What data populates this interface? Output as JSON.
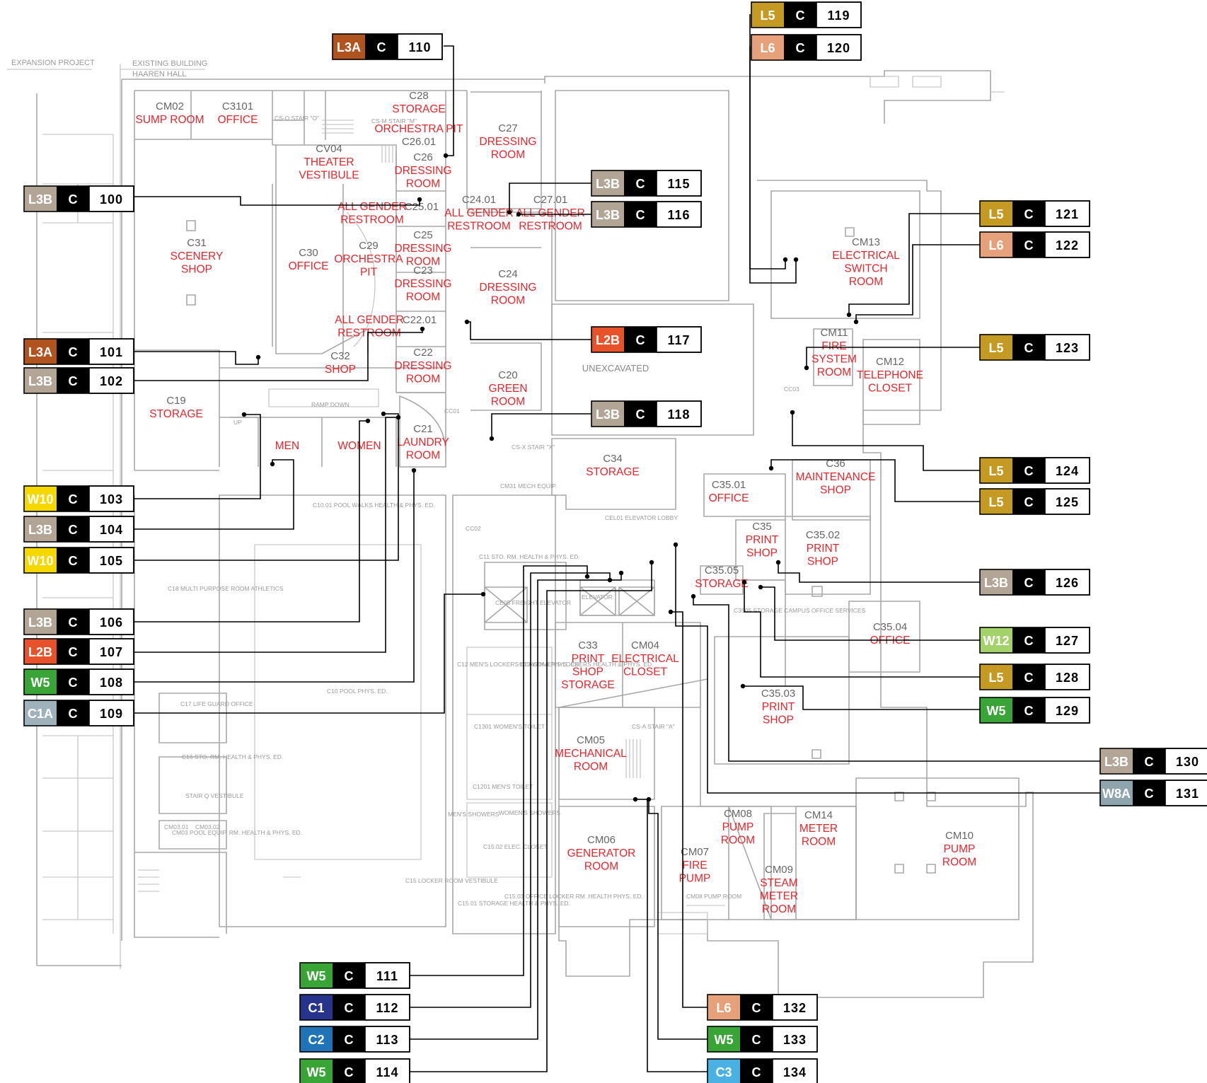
{
  "header": {
    "left_label": "EXPANSION PROJECT",
    "right_label_line1": "EXISTING BUILDING",
    "right_label_line2": "HAAREN HALL"
  },
  "rooms": [
    {
      "id": "CM02",
      "name": [
        "SUMP ROOM"
      ]
    },
    {
      "id": "C3101",
      "name": [
        "OFFICE"
      ]
    },
    {
      "id": "C28",
      "name": [
        "STORAGE"
      ]
    },
    {
      "id": "",
      "name": [
        "ORCHESTRA PIT"
      ]
    },
    {
      "id": "C26.01",
      "name": []
    },
    {
      "id": "CV04",
      "name": [
        "THEATER",
        "VESTIBULE"
      ]
    },
    {
      "id": "C26",
      "name": [
        "DRESSING",
        "ROOM"
      ]
    },
    {
      "id": "C27",
      "name": [
        "DRESSING",
        "ROOM"
      ]
    },
    {
      "id": "C25.01",
      "name": []
    },
    {
      "id": "",
      "name": [
        "ALL GENDER",
        "RESTROOM"
      ]
    },
    {
      "id": "C24.01",
      "name": [
        "ALL GENDER",
        "RESTROOM"
      ]
    },
    {
      "id": "C27.01",
      "name": [
        "ALL GENDER",
        "RESTROOM"
      ]
    },
    {
      "id": "C31",
      "name": [
        "SCENERY",
        "SHOP"
      ]
    },
    {
      "id": "C30",
      "name": [
        "OFFICE"
      ]
    },
    {
      "id": "C29",
      "name": [
        "ORCHESTRA",
        "PIT"
      ]
    },
    {
      "id": "C25",
      "name": [
        "DRESSING",
        "ROOM"
      ]
    },
    {
      "id": "C23",
      "name": [
        "DRESSING",
        "ROOM"
      ]
    },
    {
      "id": "C24",
      "name": [
        "DRESSING",
        "ROOM"
      ]
    },
    {
      "id": "C22.01",
      "name": []
    },
    {
      "id": "",
      "name": [
        "ALL GENDER",
        "RESTROOM"
      ]
    },
    {
      "id": "C32",
      "name": [
        "SHOP"
      ]
    },
    {
      "id": "C22",
      "name": [
        "DRESSING",
        "ROOM"
      ]
    },
    {
      "id": "C20",
      "name": [
        "GREEN",
        "ROOM"
      ]
    },
    {
      "id": "C19",
      "name": [
        "STORAGE"
      ]
    },
    {
      "id": "C21",
      "name": [
        "LAUNDRY",
        "ROOM"
      ]
    },
    {
      "id": "",
      "name": [
        "MEN"
      ]
    },
    {
      "id": "",
      "name": [
        "WOMEN"
      ]
    },
    {
      "id": "C34",
      "name": [
        "STORAGE"
      ]
    },
    {
      "id": "CM13",
      "name": [
        "ELECTRICAL",
        "SWITCH",
        "ROOM"
      ]
    },
    {
      "id": "CM11",
      "name": [
        "FIRE",
        "SYSTEM",
        "ROOM"
      ]
    },
    {
      "id": "CM12",
      "name": [
        "TELEPHONE",
        "CLOSET"
      ]
    },
    {
      "id": "C36",
      "name": [
        "MAINTENANCE",
        "SHOP"
      ]
    },
    {
      "id": "C35.01",
      "name": [
        "OFFICE"
      ]
    },
    {
      "id": "C35",
      "name": [
        "PRINT",
        "SHOP"
      ]
    },
    {
      "id": "C35.02",
      "name": [
        "PRINT",
        "SHOP"
      ]
    },
    {
      "id": "C35.05",
      "name": [
        "STORAGE"
      ]
    },
    {
      "id": "C35.04",
      "name": [
        "OFFICE"
      ]
    },
    {
      "id": "C35.03",
      "name": [
        "PRINT",
        "SHOP"
      ]
    },
    {
      "id": "C33",
      "name": [
        "PRINT",
        "SHOP",
        "STORAGE"
      ]
    },
    {
      "id": "CM04",
      "name": [
        "ELECTRICAL",
        "CLOSET"
      ]
    },
    {
      "id": "CM05",
      "name": [
        "MECHANICAL",
        "ROOM"
      ]
    },
    {
      "id": "CM06",
      "name": [
        "GENERATOR",
        "ROOM"
      ]
    },
    {
      "id": "CM07",
      "name": [
        "FIRE",
        "PUMP"
      ]
    },
    {
      "id": "CM08",
      "name": [
        "PUMP",
        "ROOM"
      ]
    },
    {
      "id": "CM09",
      "name": [
        "STEAM",
        "METER",
        "ROOM"
      ]
    },
    {
      "id": "CM14",
      "name": [
        "METER",
        "ROOM"
      ]
    },
    {
      "id": "CM10",
      "name": [
        "PUMP",
        "ROOM"
      ]
    }
  ],
  "plan_notes": [
    "UNEXCAVATED",
    "CC01",
    "CC02",
    "CC03",
    "RAMP DOWN",
    "UP",
    "CS-O STAIR \"O\"",
    "CS-M STAIR \"M\"",
    "CS-X STAIR \"X\"",
    "CS-A STAIR \"A\"",
    "CM31 MECH EQUIP.",
    "CEL01 ELEVATOR LOBBY",
    "C10.01 POOL WALKS HEALTH & PHYS. ED.",
    "C18 MULTI PURPOSE ROOM ATHLETICS",
    "C10 POOL PHYS. ED.",
    "C17 LIFE GUARD OFFICE",
    "C16 STO. RM. HEALTH & PHYS. ED.",
    "STAIR Q VESTIBULE",
    "CM03 POOL EQUIP. RM. HEALTH & PHYS. ED.",
    "CM03.01",
    "CM03.02",
    "C12 MEN'S LOCKERS HEALTH & PHYS. ED.",
    "C13 WOMEN'S LOCKERS HEALTH & PHYS. ED.",
    "C1301 WOMEN'S TOILET",
    "C1201 MEN'S TOILET",
    "MEN'S SHOWERS",
    "WOMEN'S SHOWERS",
    "C15.02 ELEC. CLOSET",
    "C15 LOCKER ROOM VESTIBULE",
    "C15.01 STORAGE HEALTH & PHYS. ED.",
    "C15.03 OFFICE LOCKER RM. HEALTH PHYS. ED.",
    "C11 STO. RM. HEALTH & PHYS. ED.",
    "CE05 FREIGHT ELEVATOR",
    "ELEVATOR",
    "C3505 STORAGE CAMPUS OFFICE SERVICES",
    "CM08 PUMP ROOM"
  ],
  "tags": [
    {
      "code": "L3A",
      "c": "C",
      "num": "110",
      "color": "#b0531f"
    },
    {
      "code": "L5",
      "c": "C",
      "num": "119",
      "color": "#c49a22"
    },
    {
      "code": "L6",
      "c": "C",
      "num": "120",
      "color": "#e6a07a"
    },
    {
      "code": "L3B",
      "c": "C",
      "num": "100",
      "color": "#b3a596"
    },
    {
      "code": "L3B",
      "c": "C",
      "num": "115",
      "color": "#b3a596"
    },
    {
      "code": "L3B",
      "c": "C",
      "num": "116",
      "color": "#b3a596"
    },
    {
      "code": "L5",
      "c": "C",
      "num": "121",
      "color": "#c49a22"
    },
    {
      "code": "L6",
      "c": "C",
      "num": "122",
      "color": "#e6a07a"
    },
    {
      "code": "L3A",
      "c": "C",
      "num": "101",
      "color": "#b0531f"
    },
    {
      "code": "L2B",
      "c": "C",
      "num": "117",
      "color": "#e8522a"
    },
    {
      "code": "L5",
      "c": "C",
      "num": "123",
      "color": "#c49a22"
    },
    {
      "code": "L3B",
      "c": "C",
      "num": "102",
      "color": "#b3a596"
    },
    {
      "code": "L3B",
      "c": "C",
      "num": "118",
      "color": "#b3a596"
    },
    {
      "code": "L5",
      "c": "C",
      "num": "124",
      "color": "#c49a22"
    },
    {
      "code": "W10",
      "c": "C",
      "num": "103",
      "color": "#f5d800"
    },
    {
      "code": "L5",
      "c": "C",
      "num": "125",
      "color": "#c49a22"
    },
    {
      "code": "L3B",
      "c": "C",
      "num": "104",
      "color": "#b3a596"
    },
    {
      "code": "W10",
      "c": "C",
      "num": "105",
      "color": "#f5d800"
    },
    {
      "code": "L3B",
      "c": "C",
      "num": "126",
      "color": "#b3a596"
    },
    {
      "code": "L3B",
      "c": "C",
      "num": "106",
      "color": "#b3a596"
    },
    {
      "code": "W12",
      "c": "C",
      "num": "127",
      "color": "#a3d16a"
    },
    {
      "code": "L2B",
      "c": "C",
      "num": "107",
      "color": "#e8522a"
    },
    {
      "code": "L5",
      "c": "C",
      "num": "128",
      "color": "#c49a22"
    },
    {
      "code": "W5",
      "c": "C",
      "num": "108",
      "color": "#3aa537"
    },
    {
      "code": "W5",
      "c": "C",
      "num": "129",
      "color": "#3aa537"
    },
    {
      "code": "C1A",
      "c": "C",
      "num": "109",
      "color": "#9fb2bb"
    },
    {
      "code": "L3B",
      "c": "C",
      "num": "130",
      "color": "#b3a596"
    },
    {
      "code": "W8A",
      "c": "C",
      "num": "131",
      "color": "#8ea5ad"
    },
    {
      "code": "W5",
      "c": "C",
      "num": "111",
      "color": "#3aa537"
    },
    {
      "code": "C1",
      "c": "C",
      "num": "112",
      "color": "#27348b"
    },
    {
      "code": "C2",
      "c": "C",
      "num": "113",
      "color": "#1f74b8"
    },
    {
      "code": "W5",
      "c": "C",
      "num": "114",
      "color": "#3aa537"
    },
    {
      "code": "L6",
      "c": "C",
      "num": "132",
      "color": "#e6a07a"
    },
    {
      "code": "W5",
      "c": "C",
      "num": "133",
      "color": "#3aa537"
    },
    {
      "code": "C3",
      "c": "C",
      "num": "134",
      "color": "#4ab1e3"
    }
  ],
  "colors": {
    "room_name": "#e8242b",
    "room_id": "#666666",
    "wall": "#a8a8a8"
  }
}
